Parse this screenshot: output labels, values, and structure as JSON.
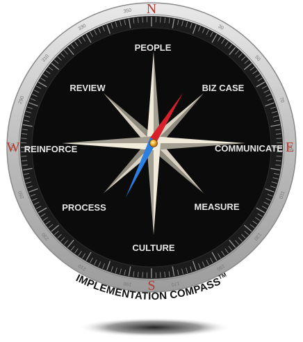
{
  "compass": {
    "cardinals": [
      {
        "letter": "N",
        "heading": 0
      },
      {
        "letter": "E",
        "heading": 90
      },
      {
        "letter": "S",
        "heading": 180
      },
      {
        "letter": "W",
        "heading": 270
      }
    ],
    "degree_labels": [
      "30",
      "50",
      "70",
      "90",
      "110",
      "130",
      "150",
      "170",
      "190",
      "210",
      "230",
      "250",
      "270",
      "290",
      "310",
      "330",
      "350"
    ],
    "labels": [
      {
        "id": "people",
        "text": "PEOPLE"
      },
      {
        "id": "biz-case",
        "text": "BIZ CASE"
      },
      {
        "id": "communicate",
        "text": "COMMUNICATE"
      },
      {
        "id": "measure",
        "text": "MEASURE"
      },
      {
        "id": "culture",
        "text": "CULTURE"
      },
      {
        "id": "process",
        "text": "PROCESS"
      },
      {
        "id": "reinforce",
        "text": "REINFORCE"
      },
      {
        "id": "review",
        "text": "REVIEW"
      }
    ],
    "footer_text": "IMPLEMENTATION COMPASS",
    "trademark": "TM",
    "needle_north_color": "#d8202a",
    "needle_south_color": "#2a7fe0",
    "cardinal_color": "#b03a2e",
    "dial_color": "#0b0b0b"
  }
}
